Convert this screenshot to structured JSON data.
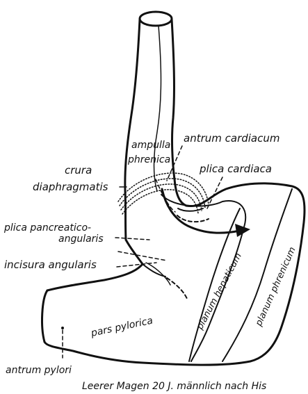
{
  "figure": {
    "caption": "Leerer Magen 20 J. männlich nach His",
    "labels": {
      "ampulla": "ampulla",
      "phrenica": "phrenica",
      "antrum_cardiacum": "antrum cardiacum",
      "plica_cardiaca": "plica cardiaca",
      "crura": "crura",
      "diaphragmatis": "diaphragmatis",
      "plica_pancreatico": "plica pancreatico-",
      "angularis": "angularis",
      "incisura_angularis": "incisura angularis",
      "pars_pylorica": "pars pylorica",
      "planum_hepaticum": "planum hepaticum",
      "planum_phrenicum": "planum phrenicum",
      "antrum_pylori": "antrum pylori"
    }
  }
}
